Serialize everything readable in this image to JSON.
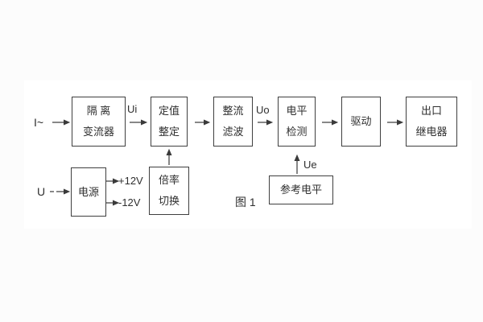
{
  "figure": {
    "caption": "图 1"
  },
  "colors": {
    "canvas_bg": "#fcfcfc",
    "paper_bg": "#ffffff",
    "line": "#3a3a3a",
    "text": "#2f2f2f"
  },
  "diagram": {
    "inputs": {
      "current": "I~",
      "voltage": "U"
    },
    "signals": {
      "ui": "Ui",
      "uo": "Uo",
      "ue": "Ue",
      "pos_rail": "+12V",
      "neg_rail": "-12V"
    },
    "nodes": {
      "isolation": {
        "line1": "隔 离",
        "line2": "变流器"
      },
      "setting": {
        "line1": "定值",
        "line2": "整定"
      },
      "rectifier": {
        "line1": "整流",
        "line2": "滤波"
      },
      "level": {
        "line1": "电平",
        "line2": "检测"
      },
      "driver": {
        "line1": "驱动"
      },
      "relay": {
        "line1": "出口",
        "line2": "继电器"
      },
      "power": {
        "line1": "电源"
      },
      "ratio": {
        "line1": "倍率",
        "line2": "切换"
      },
      "reference": {
        "line1": "参考电平"
      }
    }
  }
}
